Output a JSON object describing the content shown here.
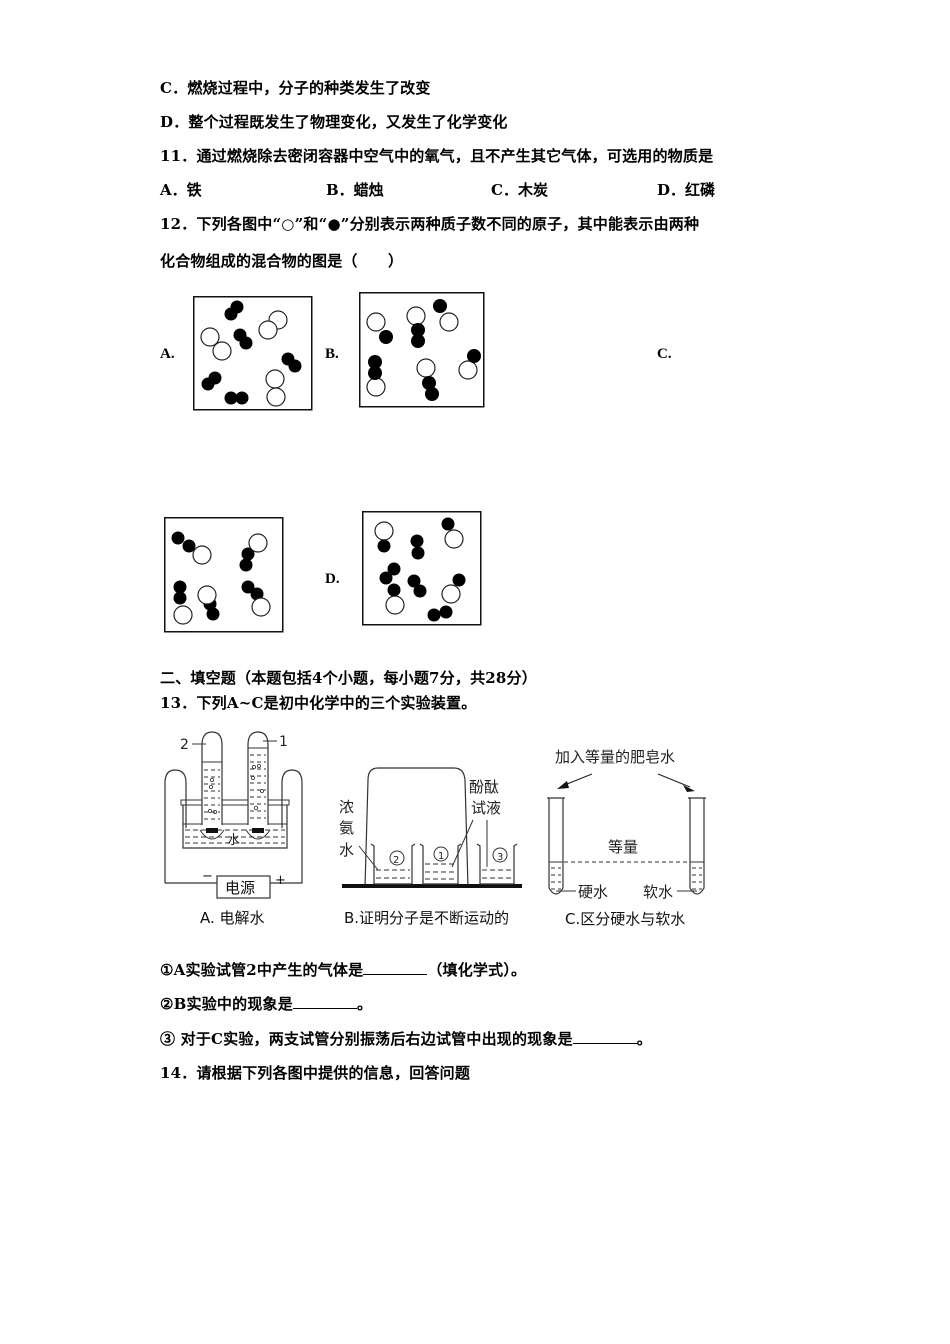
{
  "q10": {
    "option_c": "C．燃烧过程中，分子的种类发生了改变",
    "option_d": "D．整个过程既发生了物理变化，又发生了化学变化"
  },
  "q11": {
    "stem": "11．通过燃烧除去密闭容器中空气中的氧气，且不产生其它气体，可选用的物质是",
    "options": [
      {
        "label": "A．铁"
      },
      {
        "label": "B．蜡烛"
      },
      {
        "label": "C．木炭"
      },
      {
        "label": "D．红磷"
      }
    ]
  },
  "q12": {
    "stem_line1": "12．下列各图中“○”和“●”分别表示两种质子数不同的原子，其中能表示由两种",
    "stem_line2": "化合物组成的混合物的图是（　　）",
    "labels": {
      "a": "A.",
      "b": "B.",
      "c": "C.",
      "d": "D."
    }
  },
  "section2": {
    "heading": "二、填空题（本题包括4个小题，每小题7分，共28分）"
  },
  "q13": {
    "stem": "13．下列A~C是初中化学中的三个实验装置。",
    "fig_a": {
      "caption": "A. 电解水",
      "tube_left_label": "2",
      "tube_right_label": "1",
      "water_label": "水",
      "power_label": "电源",
      "minus": "−",
      "plus": "+"
    },
    "fig_b": {
      "caption": "B.证明分子是不断运动的",
      "ammonia_label": [
        "浓",
        "氨",
        "水"
      ],
      "phenol_label": [
        "酚酞",
        "试液"
      ],
      "beakers": [
        "②",
        "①",
        "③"
      ]
    },
    "fig_c": {
      "caption": "C.区分硬水与软水",
      "top_label": "加入等量的肥皂水",
      "equal_label": "等量",
      "hard_label": "硬水",
      "soft_label": "软水"
    },
    "sub1_pre": "①A实验试管2中产生的气体是",
    "sub1_post": "（填化学式）。",
    "sub2_pre": "②B实验中的现象是",
    "sub2_post": "。",
    "sub3_pre": "③ 对于C实验，两支试管分别振荡后右边试管中出现的现象是",
    "sub3_post": "。"
  },
  "q14": {
    "stem": "14．请根据下列各图中提供的信息，回答问题"
  }
}
